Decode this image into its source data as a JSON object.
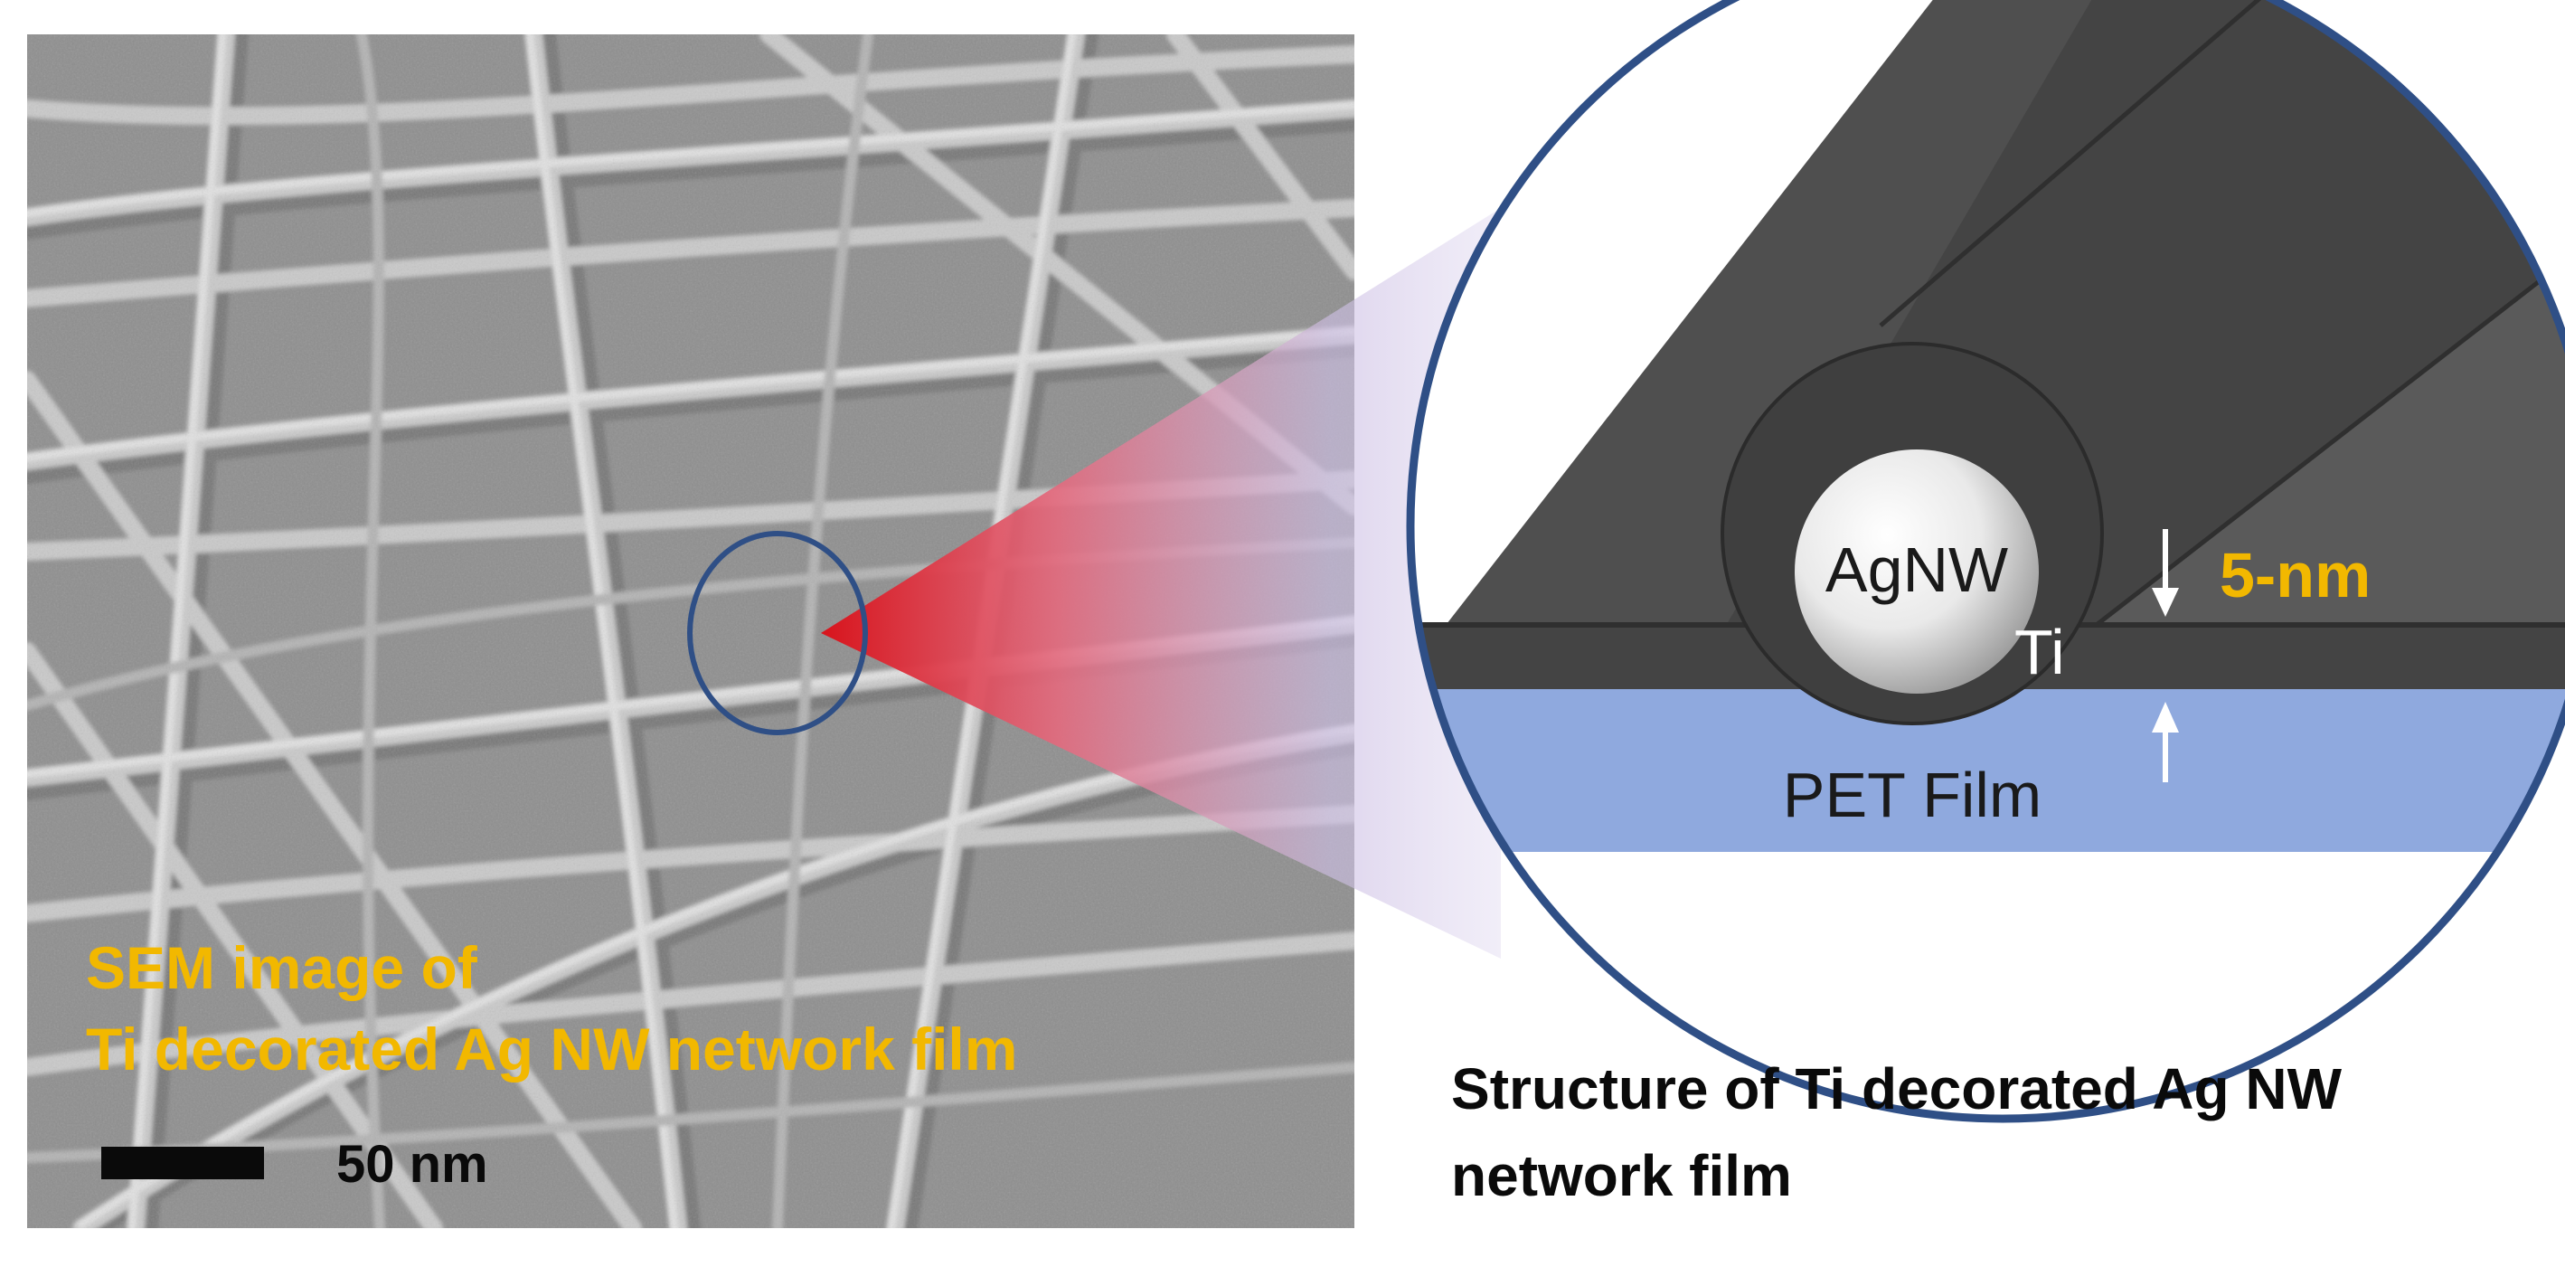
{
  "sem_panel": {
    "label_line1": "SEM image of",
    "label_line2": "Ti decorated Ag NW network film",
    "scale_bar_label": "50 nm",
    "label_color": "#F2B800"
  },
  "inset": {
    "nanowire_label": "AgNW",
    "ti_label": "Ti",
    "thickness_label": "5-nm",
    "substrate_label": "PET Film",
    "thickness_color": "#F2B800",
    "ring_color": "#2F4F86",
    "substrate_color": "#8FA9DE"
  },
  "caption": {
    "line1": "Structure of Ti decorated Ag NW",
    "line2": "network film"
  }
}
